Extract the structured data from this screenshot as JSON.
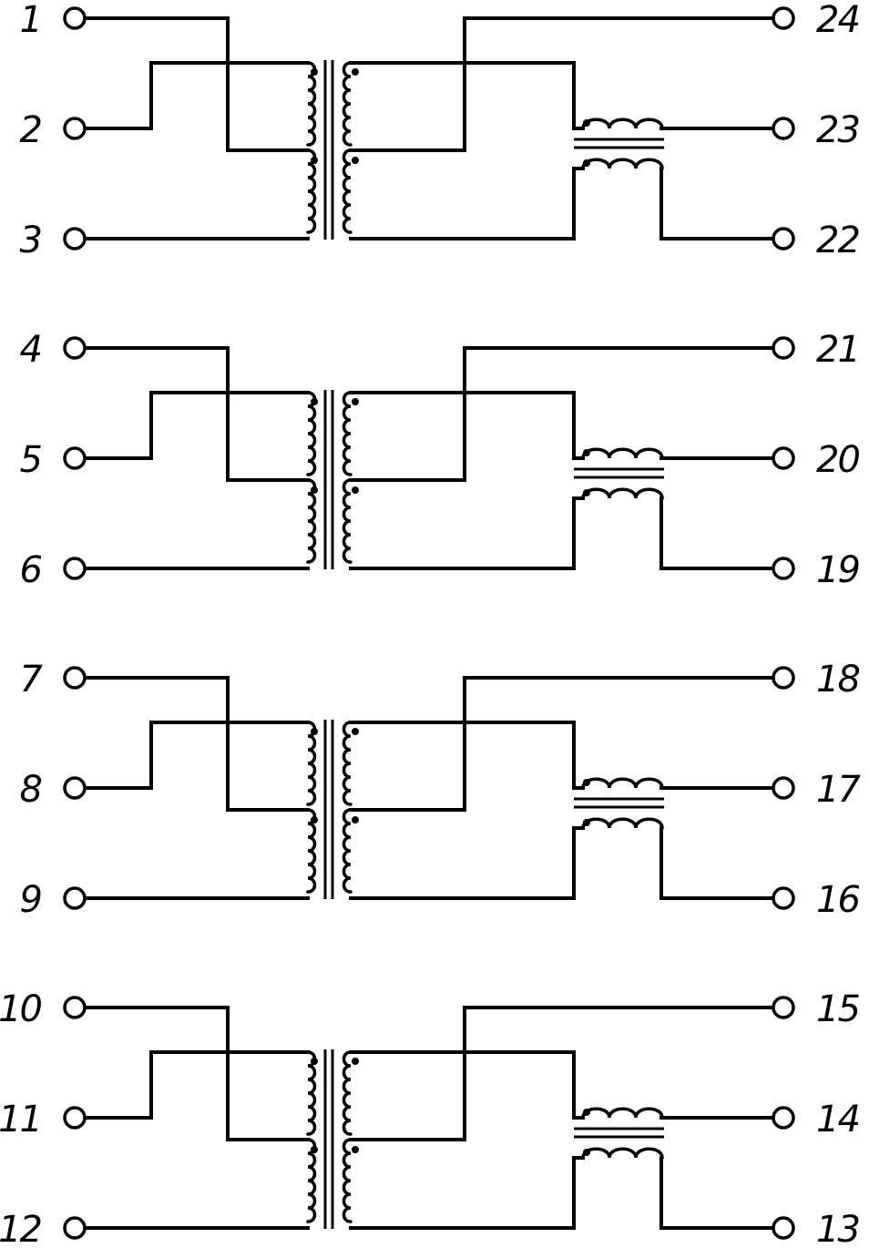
{
  "colors": {
    "line": "#000000",
    "background": "#ffffff"
  },
  "channels": [
    {
      "left_pins": [
        "1",
        "2",
        "3"
      ],
      "right_pins": [
        "24",
        "23",
        "22"
      ]
    },
    {
      "left_pins": [
        "4",
        "5",
        "6"
      ],
      "right_pins": [
        "21",
        "20",
        "19"
      ]
    },
    {
      "left_pins": [
        "7",
        "8",
        "9"
      ],
      "right_pins": [
        "18",
        "17",
        "16"
      ]
    },
    {
      "left_pins": [
        "10",
        "11",
        "12"
      ],
      "right_pins": [
        "15",
        "14",
        "13"
      ]
    }
  ]
}
